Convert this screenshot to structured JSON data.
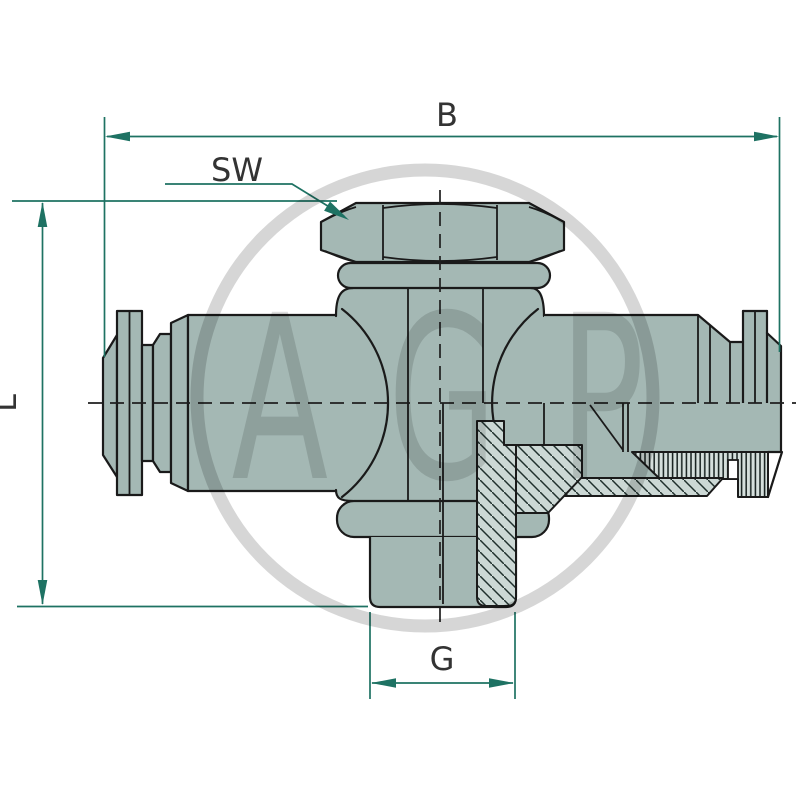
{
  "diagram": {
    "type": "technical-drawing",
    "subject": "push-in tee fitting with male thread, half-section view"
  },
  "labels": {
    "overall_width": "B",
    "wrench_size": "SW",
    "overall_height": "L",
    "thread": "G"
  },
  "watermark": {
    "text": "AGP"
  },
  "colors": {
    "body_fill": "#a4b8b4",
    "section_fill": "#ccd8d5",
    "outline": "#1a1a1a",
    "dimension": "#1e7263",
    "watermark": "rgba(0,0,0,0.13)",
    "background": "#ffffff"
  }
}
